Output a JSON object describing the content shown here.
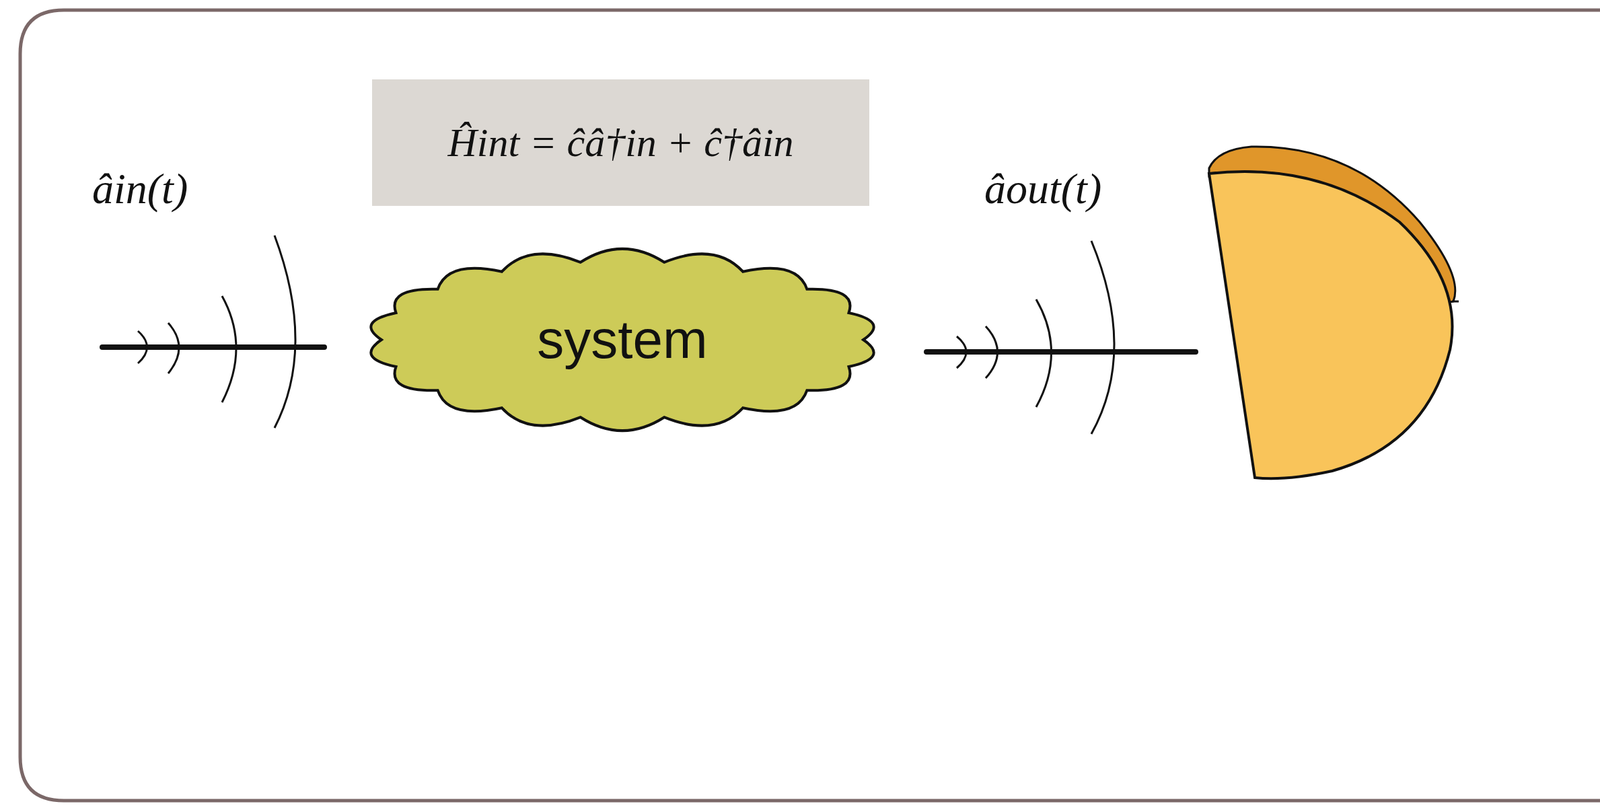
{
  "diagram": {
    "nodes": [
      {
        "text": [
          "Ĥint = ĉâ†in + ĉ†âin"
        ]
      },
      {
        "text": [
          "system"
        ]
      }
    ],
    "labels": [
      "âin(t)",
      "âout(t)"
    ]
  }
}
